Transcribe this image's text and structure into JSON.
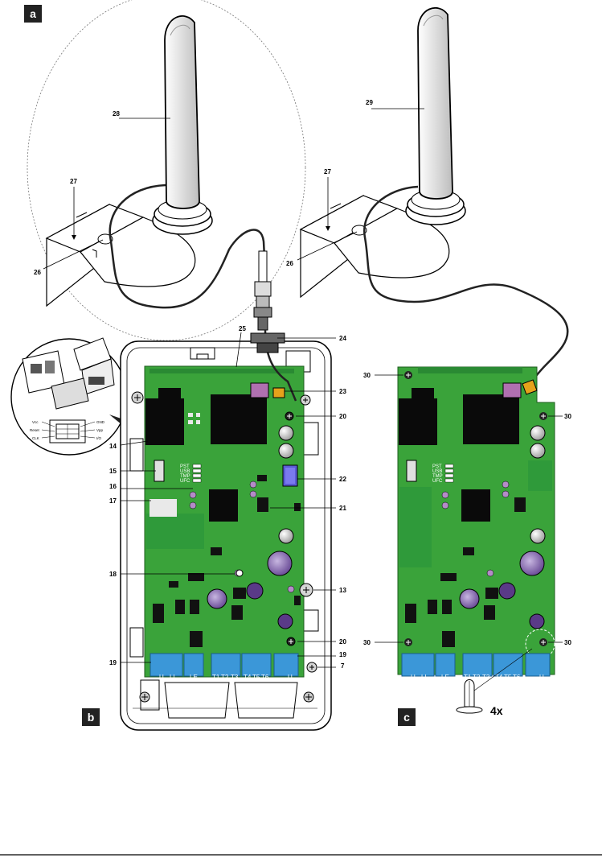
{
  "panels": [
    "a",
    "b",
    "c"
  ],
  "callouts_a": [
    "28",
    "27",
    "26"
  ],
  "callouts_b": [
    "25",
    "24",
    "23",
    "20",
    "14",
    "15",
    "22",
    "16",
    "17",
    "21",
    "18",
    "13",
    "20",
    "19",
    "19",
    "7"
  ],
  "callouts_c": [
    "29",
    "27",
    "26",
    "30",
    "30",
    "30",
    "30"
  ],
  "terminals": [
    "U",
    "LI",
    "LE",
    "T1",
    "T2",
    "T3",
    "T4",
    "T5",
    "T6",
    "U"
  ],
  "silkscreen": [
    "PST",
    "USB",
    "TMP",
    "UFC"
  ],
  "sim_pins": [
    "Vcc",
    "Reset",
    "CLK",
    "GND",
    "Vpp",
    "I/O"
  ],
  "quantity": "4x",
  "colors": {
    "pcb": "#3aa33a",
    "pcb_dark": "#1f7a2a",
    "terminal": "#3b97d8",
    "connector": "#6a5acd"
  }
}
